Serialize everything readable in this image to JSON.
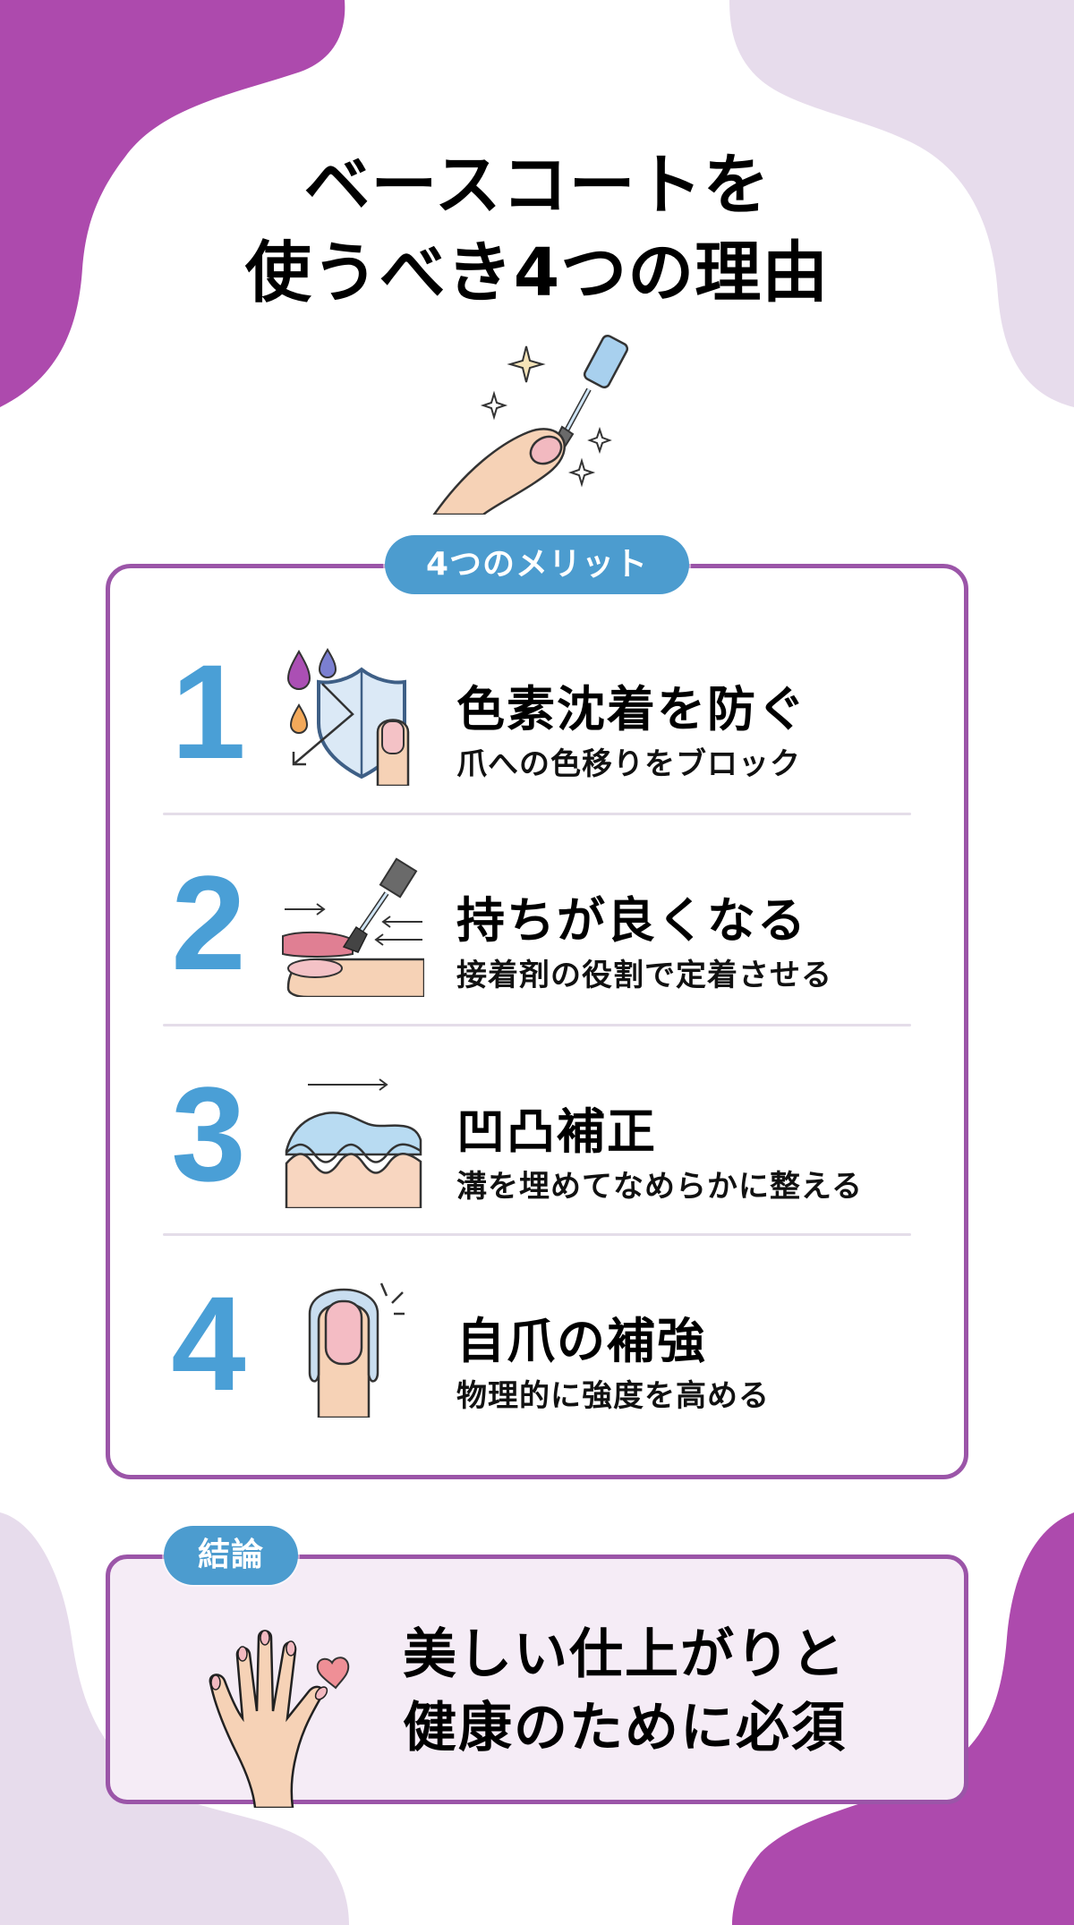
{
  "title": {
    "line1": "ベースコートを",
    "line2": "使うべき4つの理由"
  },
  "hero": {
    "icon": "nail-polish-brush-icon"
  },
  "merits": {
    "badge": "4つのメリット",
    "items": [
      {
        "number": "1",
        "heading": "色素沈着を防ぐ",
        "sub": "爪への色移りをブロック",
        "icon": "shield-drops-icon"
      },
      {
        "number": "2",
        "heading": "持ちが良くなる",
        "sub": "接着剤の役割で定着させる",
        "icon": "brush-adhesion-icon"
      },
      {
        "number": "3",
        "heading": "凹凸補正",
        "sub": "溝を埋めてなめらかに整える",
        "icon": "smoothing-layer-icon"
      },
      {
        "number": "4",
        "heading": "自爪の補強",
        "sub": "物理的に強度を高める",
        "icon": "reinforced-nail-icon"
      }
    ]
  },
  "conclusion": {
    "badge": "結論",
    "line1": "美しい仕上がりと",
    "line2": "健康のために必須",
    "icon": "hand-heart-icon"
  },
  "colors": {
    "accent_blue": "#4a9fd6",
    "card_border": "#9b55a8",
    "blob_dark": "#ad4aad",
    "blob_light": "#e7dcec",
    "conclusion_bg": "#f5ecf6"
  }
}
